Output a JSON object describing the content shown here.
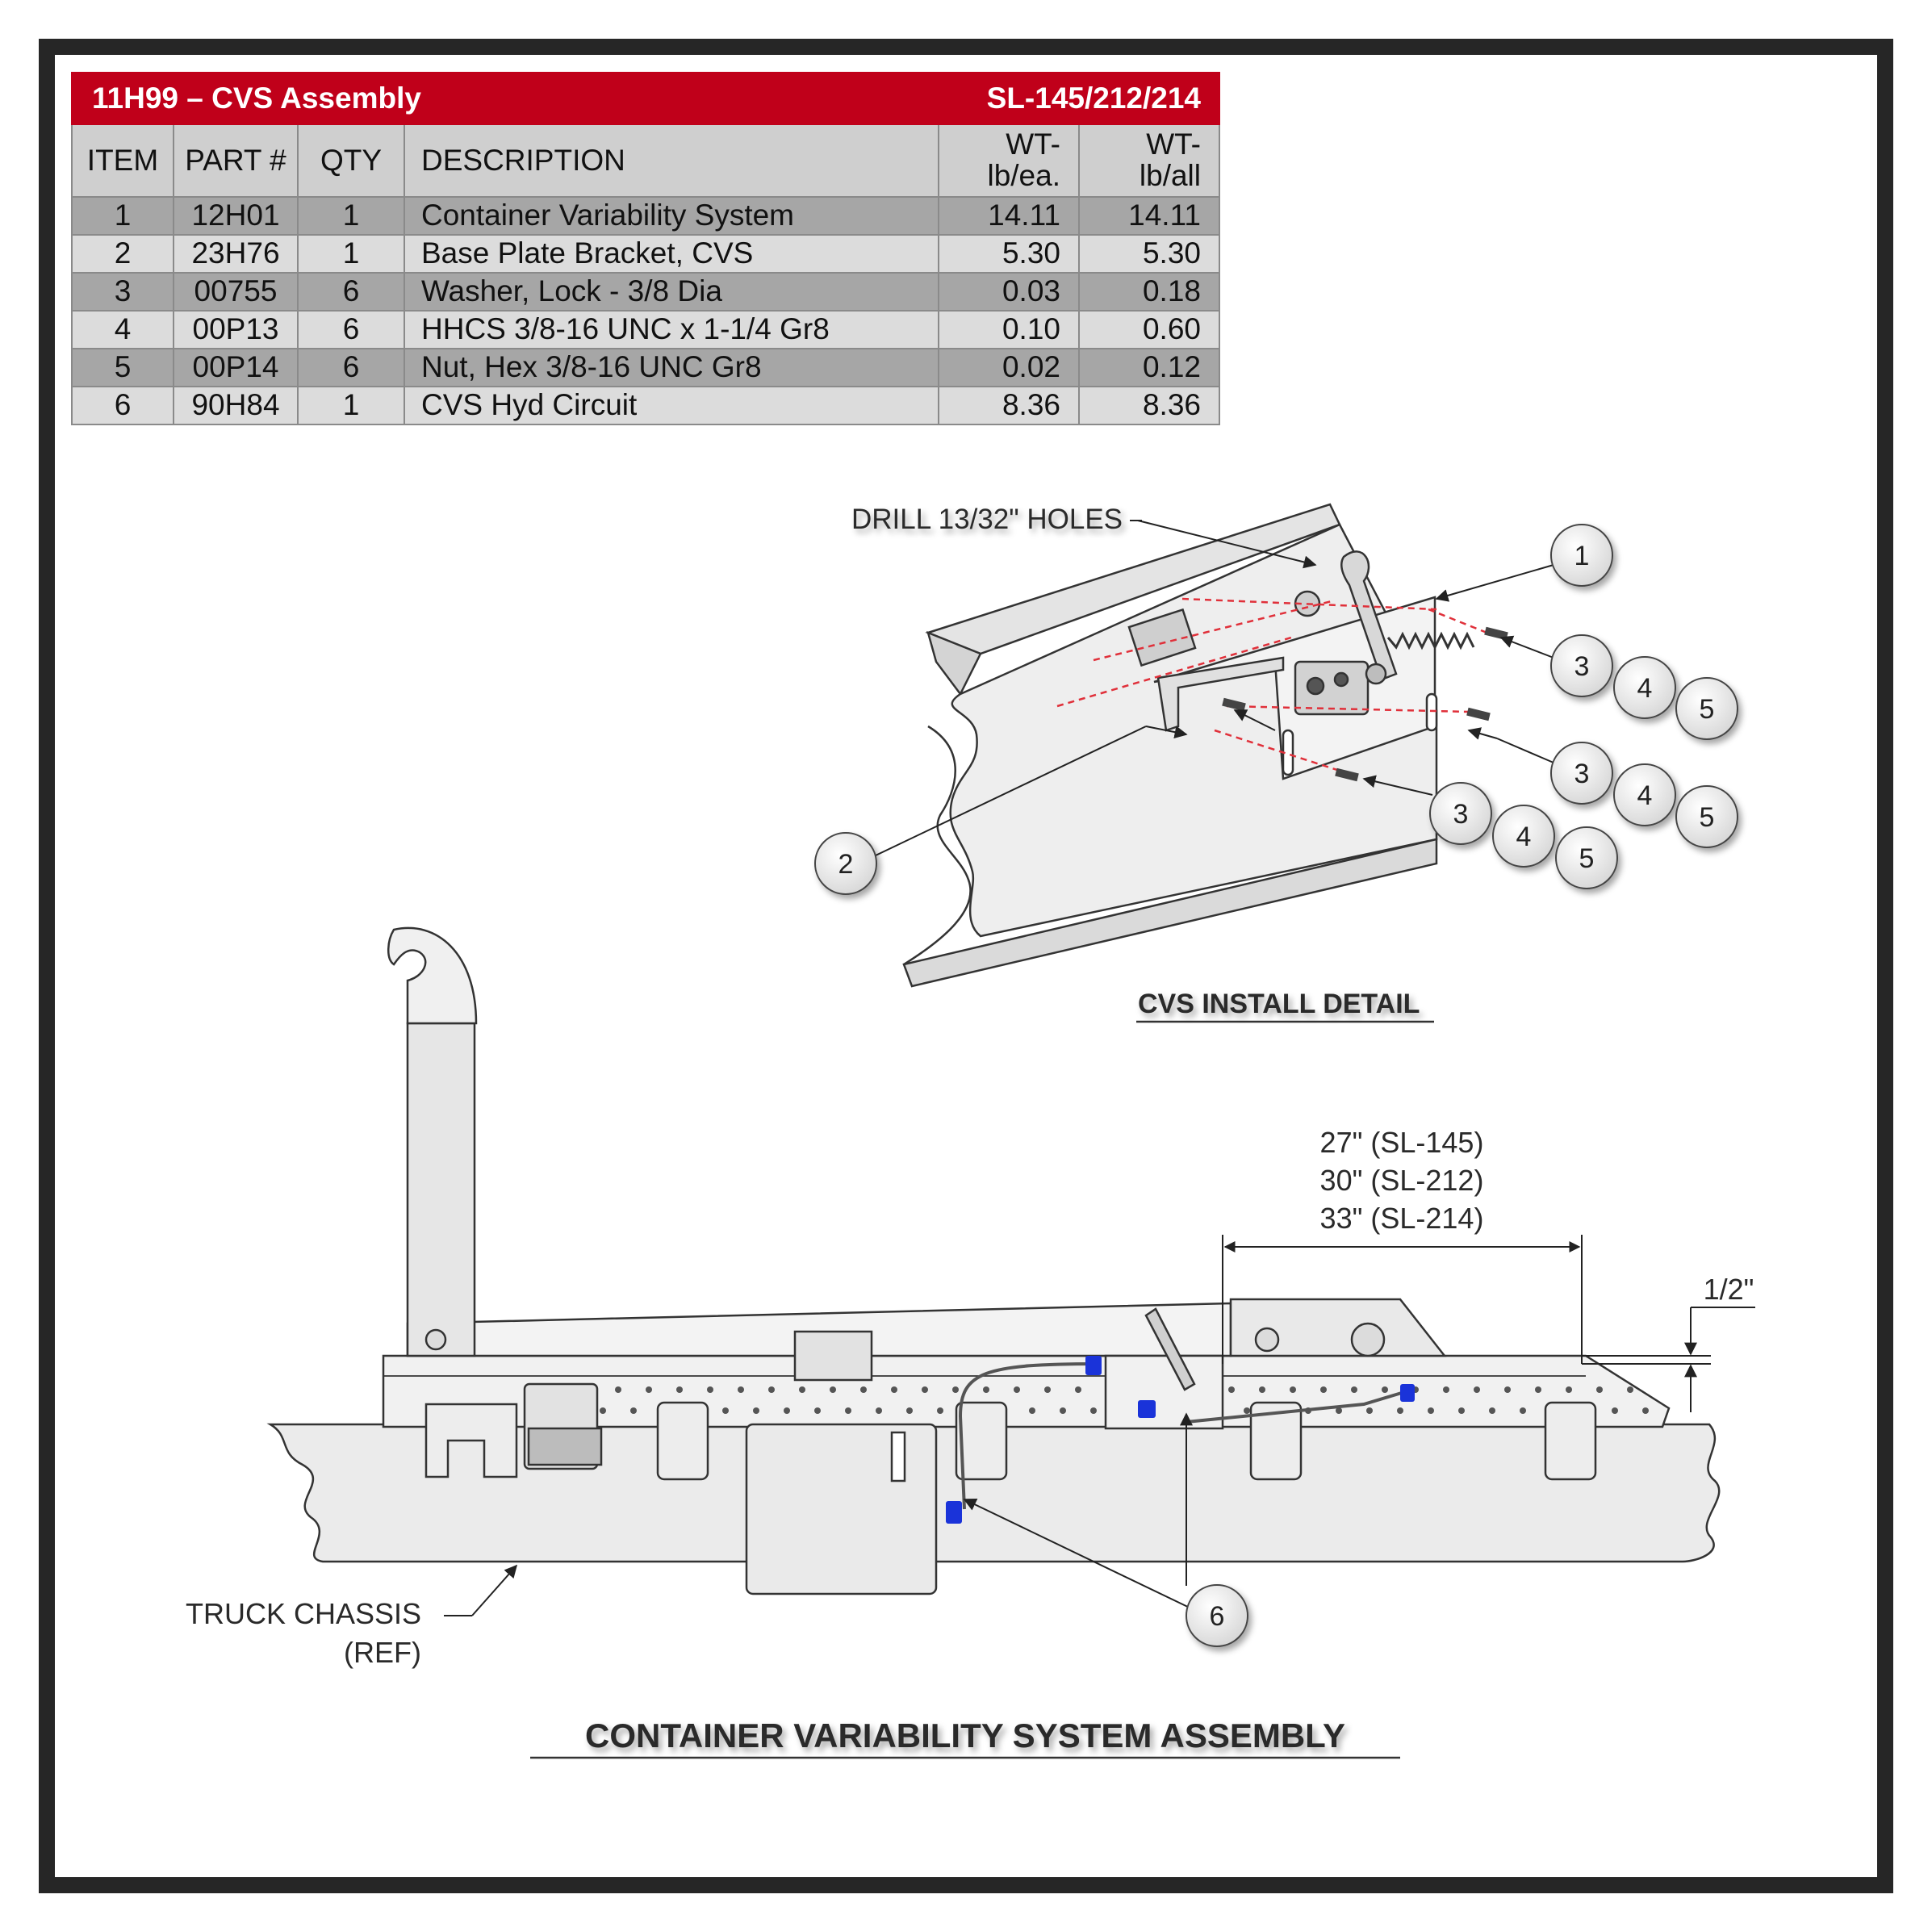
{
  "table": {
    "title": "11H99 – CVS Assembly",
    "models": "SL-145/212/214",
    "headers": {
      "item": "ITEM",
      "part": "PART #",
      "qty": "QTY",
      "description": "DESCRIPTION",
      "wt_each": "WT- lb/ea.",
      "wt_all": "WT- lb/all"
    },
    "rows": [
      {
        "item": "1",
        "part": "12H01",
        "qty": "1",
        "description": "Container Variability System",
        "wt_each": "14.11",
        "wt_all": "14.11"
      },
      {
        "item": "2",
        "part": "23H76",
        "qty": "1",
        "description": "Base Plate Bracket, CVS",
        "wt_each": "5.30",
        "wt_all": "5.30"
      },
      {
        "item": "3",
        "part": "00755",
        "qty": "6",
        "description": "Washer, Lock - 3/8 Dia",
        "wt_each": "0.03",
        "wt_all": "0.18"
      },
      {
        "item": "4",
        "part": "00P13",
        "qty": "6",
        "description": "HHCS 3/8-16 UNC x 1-1/4 Gr8",
        "wt_each": "0.10",
        "wt_all": "0.60"
      },
      {
        "item": "5",
        "part": "00P14",
        "qty": "6",
        "description": "Nut, Hex 3/8-16 UNC Gr8",
        "wt_each": "0.02",
        "wt_all": "0.12"
      },
      {
        "item": "6",
        "part": "90H84",
        "qty": "1",
        "description": "CVS Hyd Circuit",
        "wt_each": "8.36",
        "wt_all": "8.36"
      }
    ]
  },
  "detail": {
    "drill_note": "DRILL 13/32\" HOLES",
    "caption": "CVS INSTALL DETAIL",
    "balloons": {
      "b1": "1",
      "b2": "2",
      "b3a": "3",
      "b4a": "4",
      "b5a": "5",
      "b3b": "3",
      "b4b": "4",
      "b5b": "5",
      "b3c": "3",
      "b4c": "4",
      "b5c": "5"
    }
  },
  "assembly": {
    "dimension_lines": [
      "27\" (SL-145)",
      "30\" (SL-212)",
      "33\" (SL-214)"
    ],
    "offset_dimension": "1/2\"",
    "chassis_label_1": "TRUCK CHASSIS",
    "chassis_label_2": "(REF)",
    "balloon_6": "6",
    "caption": "CONTAINER VARIABILITY SYSTEM ASSEMBLY"
  },
  "colors": {
    "header_red": "#c0001a",
    "row_dark": "#a6a6a6",
    "row_light": "#dcdcdc",
    "hose_blue": "#1a33d9"
  }
}
